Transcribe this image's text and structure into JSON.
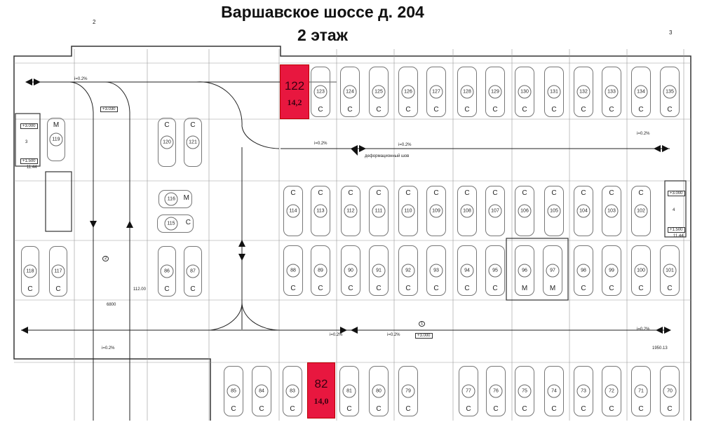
{
  "header": {
    "address": "Варшавское шоссе д. 204",
    "floor": "2 этаж"
  },
  "colors": {
    "highlight": "#e8173f",
    "line": "#555555"
  },
  "axes": {
    "a2": "2",
    "a3": "3"
  },
  "highlighted": [
    {
      "number": "122",
      "area": "14,2"
    },
    {
      "number": "82",
      "area": "14,0"
    }
  ],
  "spots": [
    {
      "n": "123",
      "m": "C"
    },
    {
      "n": "124",
      "m": "C"
    },
    {
      "n": "125",
      "m": "C"
    },
    {
      "n": "126",
      "m": "C"
    },
    {
      "n": "127",
      "m": "C"
    },
    {
      "n": "128",
      "m": "C"
    },
    {
      "n": "129",
      "m": "C"
    },
    {
      "n": "130",
      "m": "C"
    },
    {
      "n": "131",
      "m": "C"
    },
    {
      "n": "132",
      "m": "C"
    },
    {
      "n": "133",
      "m": "C"
    },
    {
      "n": "134",
      "m": "C"
    },
    {
      "n": "135",
      "m": "C"
    },
    {
      "n": "114",
      "m": "C"
    },
    {
      "n": "113",
      "m": "C"
    },
    {
      "n": "112",
      "m": "C"
    },
    {
      "n": "111",
      "m": "C"
    },
    {
      "n": "110",
      "m": "C"
    },
    {
      "n": "109",
      "m": "C"
    },
    {
      "n": "108",
      "m": "C"
    },
    {
      "n": "107",
      "m": "C"
    },
    {
      "n": "106",
      "m": "C"
    },
    {
      "n": "105",
      "m": "C"
    },
    {
      "n": "104",
      "m": "C"
    },
    {
      "n": "103",
      "m": "C"
    },
    {
      "n": "102",
      "m": "C"
    },
    {
      "n": "88",
      "m": "C"
    },
    {
      "n": "89",
      "m": "C"
    },
    {
      "n": "90",
      "m": "C"
    },
    {
      "n": "91",
      "m": "C"
    },
    {
      "n": "92",
      "m": "C"
    },
    {
      "n": "93",
      "m": "C"
    },
    {
      "n": "94",
      "m": "C"
    },
    {
      "n": "95",
      "m": "C"
    },
    {
      "n": "96",
      "m": "M"
    },
    {
      "n": "97",
      "m": "M"
    },
    {
      "n": "98",
      "m": "C"
    },
    {
      "n": "99",
      "m": "C"
    },
    {
      "n": "100",
      "m": "C"
    },
    {
      "n": "101",
      "m": "C"
    },
    {
      "n": "85",
      "m": "C"
    },
    {
      "n": "84",
      "m": "C"
    },
    {
      "n": "83",
      "m": "C"
    },
    {
      "n": "81",
      "m": "C"
    },
    {
      "n": "80",
      "m": "C"
    },
    {
      "n": "79",
      "m": "C"
    },
    {
      "n": "77",
      "m": "C"
    },
    {
      "n": "76",
      "m": "C"
    },
    {
      "n": "75",
      "m": "C"
    },
    {
      "n": "74",
      "m": "C"
    },
    {
      "n": "73",
      "m": "C"
    },
    {
      "n": "72",
      "m": "C"
    },
    {
      "n": "71",
      "m": "C"
    },
    {
      "n": "70",
      "m": "C"
    },
    {
      "n": "119",
      "m": "M"
    },
    {
      "n": "120",
      "m": "C"
    },
    {
      "n": "121",
      "m": "C"
    },
    {
      "n": "116",
      "m": "M"
    },
    {
      "n": "115",
      "m": "C"
    },
    {
      "n": "118",
      "m": "C"
    },
    {
      "n": "117",
      "m": "C"
    },
    {
      "n": "86",
      "m": "C"
    },
    {
      "n": "87",
      "m": "C"
    }
  ],
  "annotations": {
    "slope": "i=0.2%",
    "joint": "деформационный шов",
    "level_ramp": "+3.030",
    "level_floor": "+3.000",
    "level_stair": "+1.500",
    "stair3": "3",
    "stair4": "4",
    "ramp_width": "6800",
    "ramp_zone": "2",
    "zone1": "1",
    "area_code": "1950.13",
    "stair_area": "11.44",
    "ramp_len": "112.00"
  }
}
